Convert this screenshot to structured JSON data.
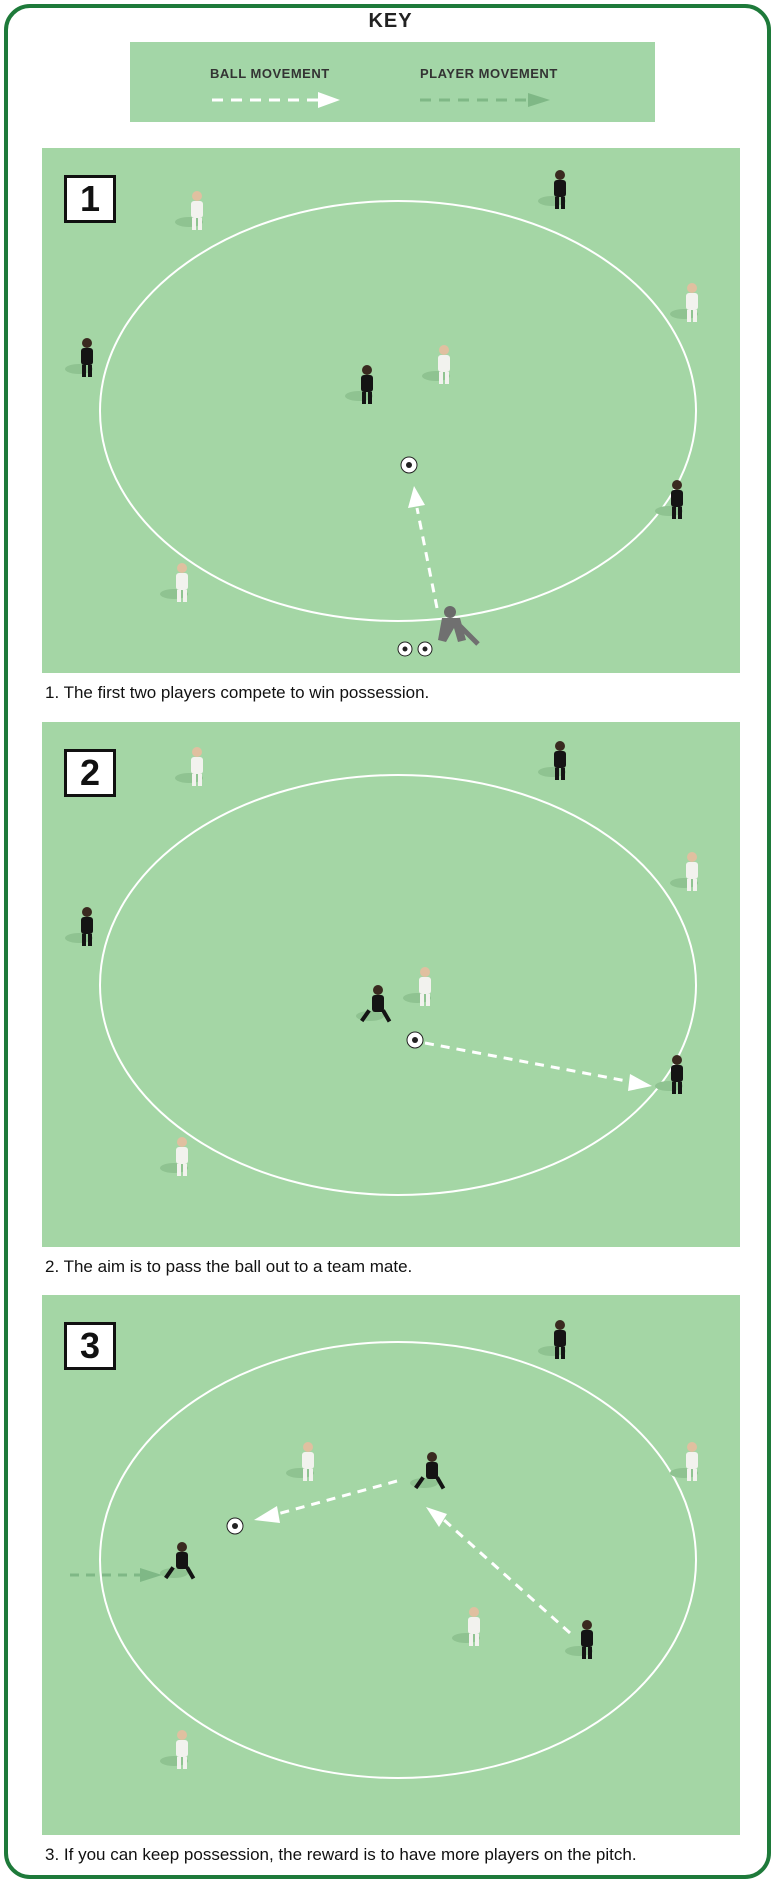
{
  "key": {
    "title": "KEY",
    "ball_movement_label": "BALL MOVEMENT",
    "player_movement_label": "PLAYER MOVEMENT"
  },
  "colors": {
    "frame": "#1e7a3a",
    "pitch": "#a4d6a5",
    "key_box": "#a3d6a7",
    "pitch_line": "#ffffff",
    "team_white": "#f2f2ee",
    "team_black": "#141414",
    "coach": "#707070",
    "player_arrow": "#7fb886"
  },
  "panels": [
    {
      "number": "1",
      "caption": "1. The first two players compete to win possession."
    },
    {
      "number": "2",
      "caption": "2. The aim is to pass the ball out to a team mate."
    },
    {
      "number": "3",
      "caption": "3. If you can keep possession, the reward is to have more players on the pitch."
    }
  ]
}
